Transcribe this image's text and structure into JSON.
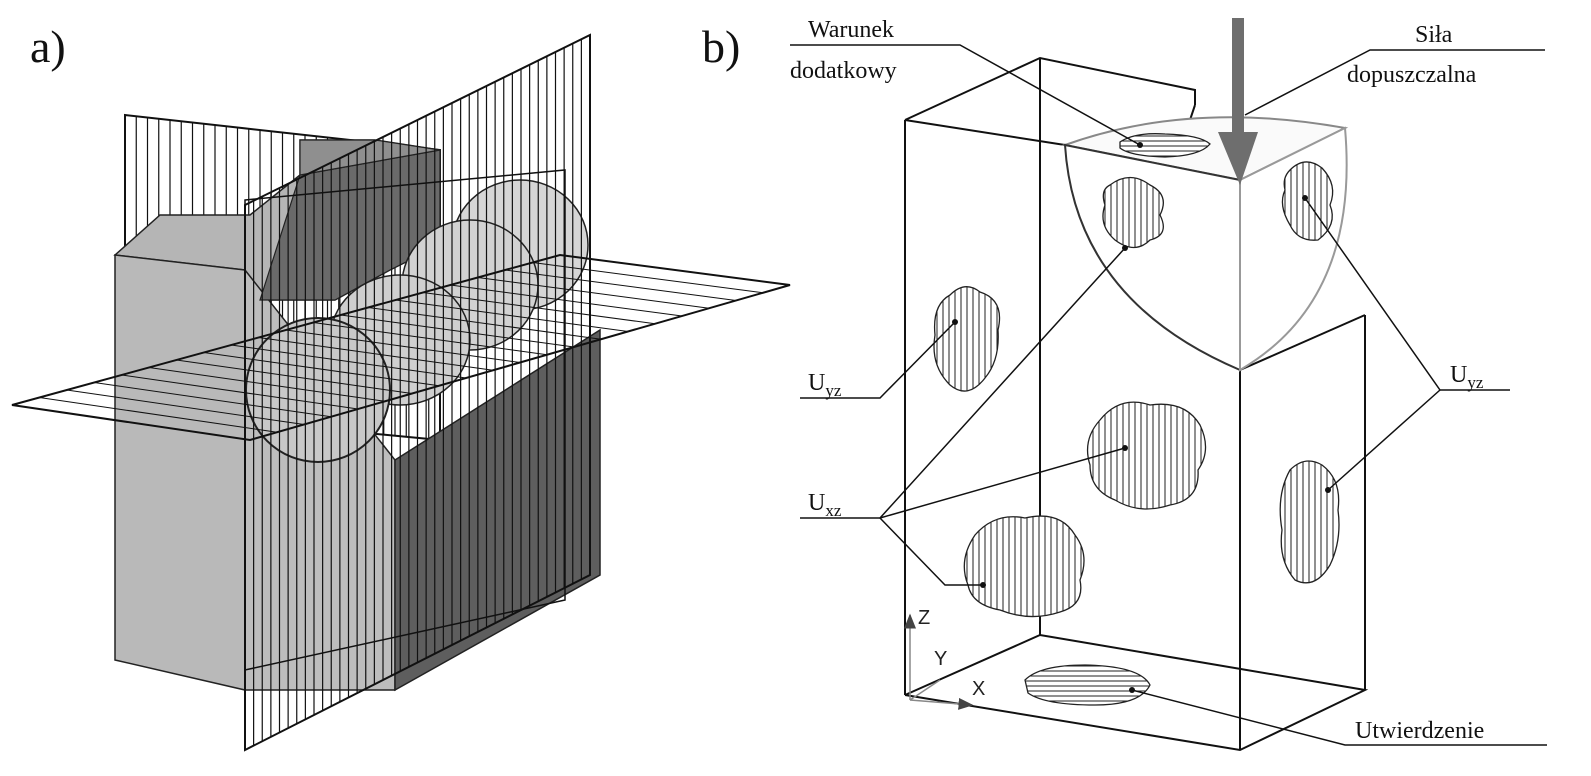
{
  "panels": {
    "a_label": "a)",
    "b_label": "b)"
  },
  "annotations": {
    "warunek_line1": "Warunek",
    "warunek_line2": "dodatkowy",
    "sila_line1": "Siła",
    "sila_line2": "dopuszczalna",
    "uyz_left_main": "U",
    "uyz_left_sub": "yz",
    "uyz_right_main": "U",
    "uyz_right_sub": "yz",
    "uxz_main": "U",
    "uxz_sub": "xz",
    "utwierdzenie": "Utwierdzenie"
  },
  "axes": {
    "z": "Z",
    "y": "Y",
    "x": "X"
  },
  "colors": {
    "line": "#111111",
    "light_face": "#c8c8c8",
    "mid_face": "#9a9a9a",
    "dark_face": "#5e5e5e",
    "arrow": "#6e6e6e"
  }
}
